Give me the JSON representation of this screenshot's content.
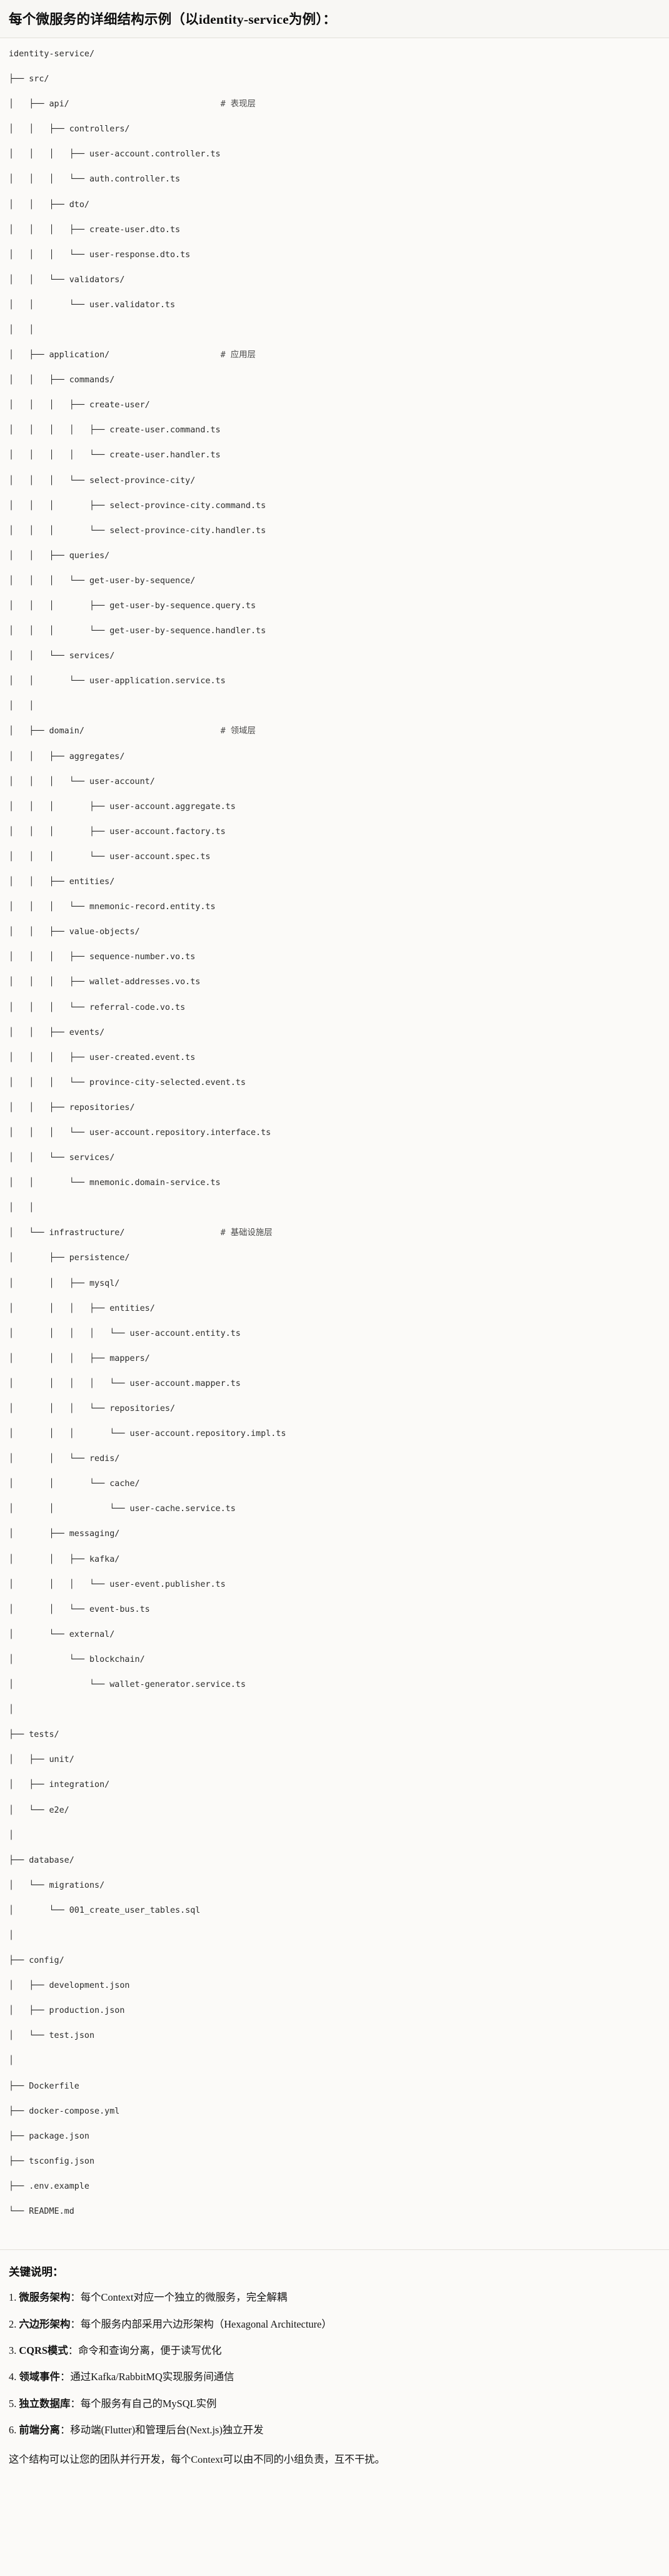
{
  "header": {
    "title_prefix": "每个微服务的详细结构示例（以",
    "title_mono": "identity-service",
    "title_suffix": "为例）：",
    "full_title": "每个微服务的详细结构示例（以identity-service为例）："
  },
  "tree": {
    "root": "identity-service/",
    "lines": [
      "identity-service/",
      "├── src/",
      "│   ├── api/                              # 表现层",
      "│   │   ├── controllers/",
      "│   │   │   ├── user-account.controller.ts",
      "│   │   │   └── auth.controller.ts",
      "│   │   ├── dto/",
      "│   │   │   ├── create-user.dto.ts",
      "│   │   │   └── user-response.dto.ts",
      "│   │   └── validators/",
      "│   │       └── user.validator.ts",
      "│   │",
      "│   ├── application/                      # 应用层",
      "│   │   ├── commands/",
      "│   │   │   ├── create-user/",
      "│   │   │   │   ├── create-user.command.ts",
      "│   │   │   │   └── create-user.handler.ts",
      "│   │   │   └── select-province-city/",
      "│   │   │       ├── select-province-city.command.ts",
      "│   │   │       └── select-province-city.handler.ts",
      "│   │   ├── queries/",
      "│   │   │   └── get-user-by-sequence/",
      "│   │   │       ├── get-user-by-sequence.query.ts",
      "│   │   │       └── get-user-by-sequence.handler.ts",
      "│   │   └── services/",
      "│   │       └── user-application.service.ts",
      "│   │",
      "│   ├── domain/                           # 领域层",
      "│   │   ├── aggregates/",
      "│   │   │   └── user-account/",
      "│   │   │       ├── user-account.aggregate.ts",
      "│   │   │       ├── user-account.factory.ts",
      "│   │   │       └── user-account.spec.ts",
      "│   │   ├── entities/",
      "│   │   │   └── mnemonic-record.entity.ts",
      "│   │   ├── value-objects/",
      "│   │   │   ├── sequence-number.vo.ts",
      "│   │   │   ├── wallet-addresses.vo.ts",
      "│   │   │   └── referral-code.vo.ts",
      "│   │   ├── events/",
      "│   │   │   ├── user-created.event.ts",
      "│   │   │   └── province-city-selected.event.ts",
      "│   │   ├── repositories/",
      "│   │   │   └── user-account.repository.interface.ts",
      "│   │   └── services/",
      "│   │       └── mnemonic.domain-service.ts",
      "│   │",
      "│   └── infrastructure/                   # 基础设施层",
      "│       ├── persistence/",
      "│       │   ├── mysql/",
      "│       │   │   ├── entities/",
      "│       │   │   │   └── user-account.entity.ts",
      "│       │   │   ├── mappers/",
      "│       │   │   │   └── user-account.mapper.ts",
      "│       │   │   └── repositories/",
      "│       │   │       └── user-account.repository.impl.ts",
      "│       │   └── redis/",
      "│       │       └── cache/",
      "│       │           └── user-cache.service.ts",
      "│       ├── messaging/",
      "│       │   ├── kafka/",
      "│       │   │   └── user-event.publisher.ts",
      "│       │   └── event-bus.ts",
      "│       └── external/",
      "│           └── blockchain/",
      "│               └── wallet-generator.service.ts",
      "│",
      "├── tests/",
      "│   ├── unit/",
      "│   ├── integration/",
      "│   └── e2e/",
      "│",
      "├── database/",
      "│   └── migrations/",
      "│       └── 001_create_user_tables.sql",
      "│",
      "├── config/",
      "│   ├── development.json",
      "│   ├── production.json",
      "│   └── test.json",
      "│",
      "├── Dockerfile",
      "├── docker-compose.yml",
      "├── package.json",
      "├── tsconfig.json",
      "├── .env.example",
      "└── README.md"
    ],
    "comments": [
      {
        "for": "api/",
        "text": "# 表现层"
      },
      {
        "for": "application/",
        "text": "# 应用层"
      },
      {
        "for": "domain/",
        "text": "# 领域层"
      },
      {
        "for": "infrastructure/",
        "text": "# 基础设施层"
      }
    ]
  },
  "notes": {
    "title": "关键说明：",
    "items": [
      {
        "num": "1.",
        "label": "微服务架构",
        "sep": "：",
        "text": "每个Context对应一个独立的微服务，完全解耦"
      },
      {
        "num": "2.",
        "label": "六边形架构",
        "sep": "：",
        "text": "每个服务内部采用六边形架构（Hexagonal Architecture）"
      },
      {
        "num": "3.",
        "label": "CQRS模式",
        "sep": "：",
        "text": "命令和查询分离，便于读写优化"
      },
      {
        "num": "4.",
        "label": "领域事件",
        "sep": "：",
        "text": "通过Kafka/RabbitMQ实现服务间通信"
      },
      {
        "num": "5.",
        "label": "独立数据库",
        "sep": "：",
        "text": "每个服务有自己的MySQL实例"
      },
      {
        "num": "6.",
        "label": "前端分离",
        "sep": "：",
        "text": "移动端(Flutter)和管理后台(Next.js)独立开发"
      }
    ],
    "footer": "这个结构可以让您的团队并行开发，每个Context可以由不同的小组负责，互不干扰。"
  },
  "colors": {
    "page_bg": "#fbfaf8",
    "header_bg": "#f8f7f4",
    "rule": "#e2e0da",
    "text": "#1b1b1b",
    "code_text": "#2b2b2b",
    "comment_text": "#4a4a4a"
  }
}
